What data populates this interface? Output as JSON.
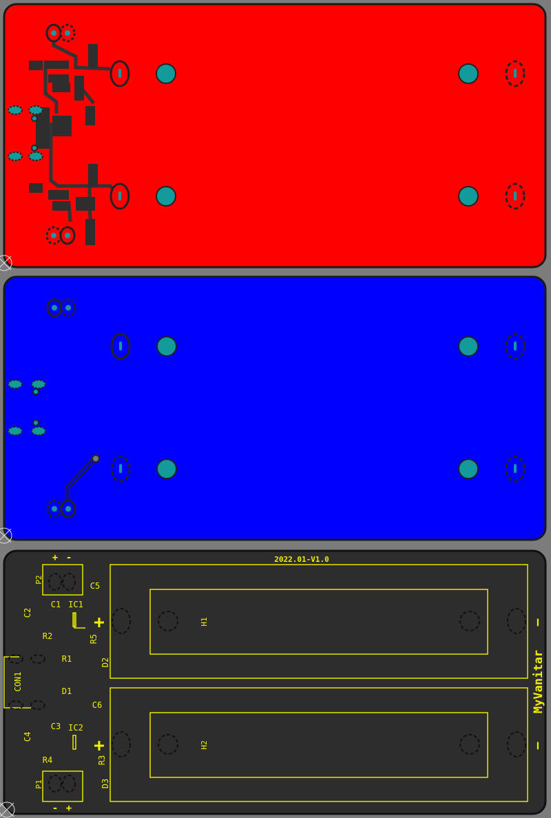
{
  "views": [
    {
      "name": "top-copper-layer",
      "fill_color": "#ff0000"
    },
    {
      "name": "bottom-copper-layer",
      "fill_color": "#0000ff"
    },
    {
      "name": "silkscreen-layer",
      "fill_color": "#2d2d2d",
      "silk_color": "#f0f000"
    }
  ],
  "silkscreen": {
    "version": "2022.01-V1.0",
    "brand": "MyVanitar",
    "brand_minus_top": "—",
    "brand_minus_bottom": "—",
    "holders": [
      "H1",
      "H2"
    ],
    "plus_top": "+",
    "plus_bottom": "+",
    "p2": {
      "ref": "P2",
      "plus": "+",
      "minus": "-"
    },
    "p1": {
      "ref": "P1",
      "plus": "+",
      "minus": "-"
    },
    "refs": {
      "C1": "C1",
      "C2": "C2",
      "C3": "C3",
      "C4": "C4",
      "C5": "C5",
      "C6": "C6",
      "IC1": "IC1",
      "IC2": "IC2",
      "R1": "R1",
      "R2": "R2",
      "R3": "R3",
      "R4": "R4",
      "R5": "R5",
      "D1": "D1",
      "D2": "D2",
      "D3": "D3",
      "CON1": "CON1"
    }
  },
  "colors": {
    "background": "#7c7c7c",
    "top_copper": "#ff0000",
    "bottom_copper": "#0000ff",
    "silk_board": "#2d2d2d",
    "silk": "#f0f000",
    "pad": "#139a9a",
    "outline": "#222222"
  }
}
